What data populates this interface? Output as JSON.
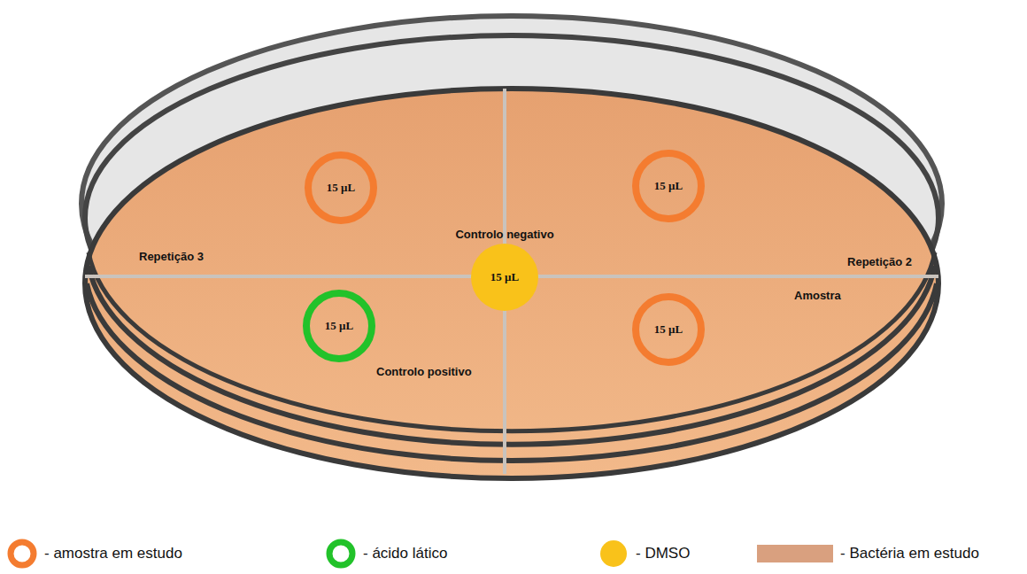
{
  "diagram": {
    "nodes": [
      {
        "text": [
          "15 μL"
        ]
      },
      {
        "text": [
          "15 μL"
        ]
      },
      {
        "text": [
          "15 μL"
        ]
      },
      {
        "text": [
          "15 μL"
        ]
      },
      {
        "text": [
          "15 μL"
        ]
      }
    ],
    "labels": [
      "Controlo negativo",
      "Repetição 3",
      "Repetição 2",
      "Amostra",
      "Controlo positivo"
    ],
    "legend": [
      {
        "text": "- amostra em estudo",
        "color": "#f47c30"
      },
      {
        "text": "- ácido lático",
        "color": "#22c22a"
      },
      {
        "text": "- DMSO",
        "color": "#f9c21a"
      },
      {
        "text": "- Bactéria em estudo",
        "color": "#d9a07f"
      }
    ]
  }
}
